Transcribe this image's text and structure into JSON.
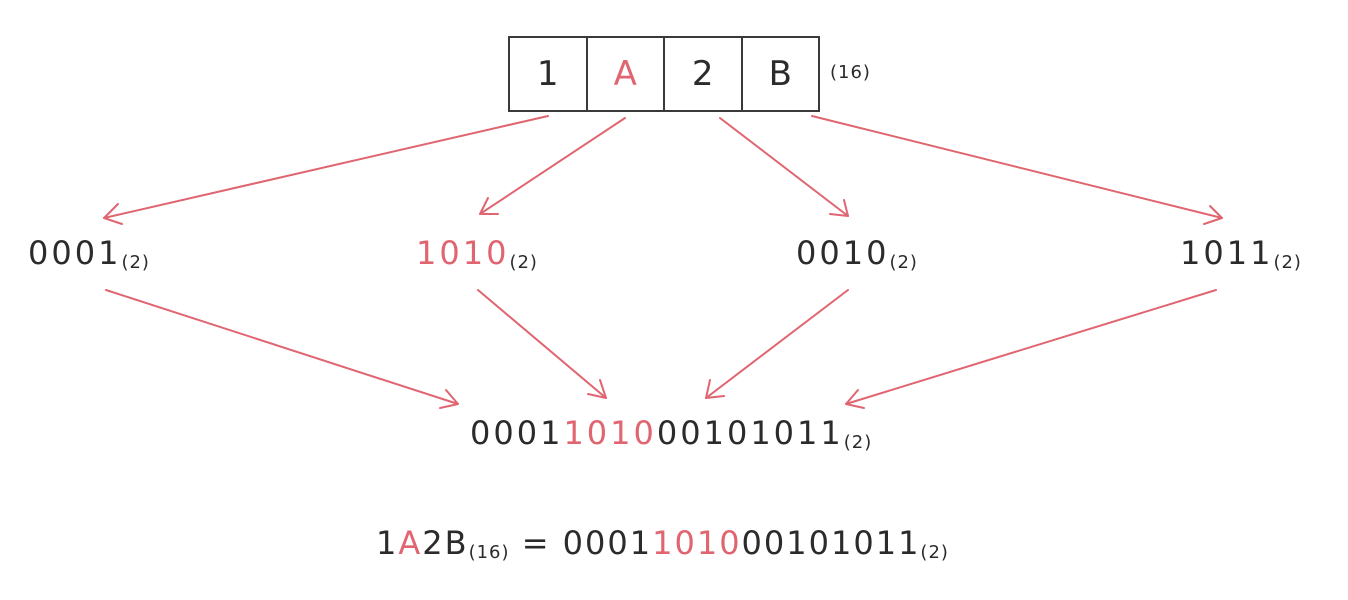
{
  "hex": {
    "digits": [
      "1",
      "A",
      "2",
      "B"
    ],
    "base_label": "(16)"
  },
  "nibbles": [
    {
      "bits": "0001",
      "base": "(2)"
    },
    {
      "bits": "1010",
      "base": "(2)"
    },
    {
      "bits": "0010",
      "base": "(2)"
    },
    {
      "bits": "1011",
      "base": "(2)"
    }
  ],
  "combined": {
    "part1": "0001",
    "part2": "1010",
    "part3": "0010",
    "part4": "1011",
    "base": "(2)"
  },
  "equation": {
    "hex_p1": "1",
    "hex_p2": "A",
    "hex_p3": "2B",
    "hex_base": "(16)",
    "equals": "=",
    "bin_part1": "0001",
    "bin_part2": "1010",
    "bin_part3": "0010",
    "bin_part4": "1011",
    "bin_base": "(2)"
  },
  "colors": {
    "accent": "#e06570",
    "text": "#2b2b2b"
  }
}
